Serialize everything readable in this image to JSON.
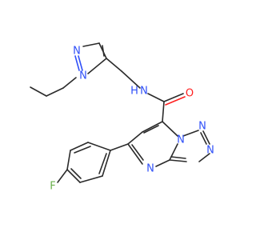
{
  "molecule": {
    "atoms": {
      "n_pz1": {
        "label": "N",
        "color": "#3050f8"
      },
      "n_pz2": {
        "label": "N",
        "color": "#3050f8"
      },
      "nh": {
        "label": "N",
        "color": "#3050f8"
      },
      "h": {
        "label": "H",
        "color": "#3050f8"
      },
      "o": {
        "label": "O",
        "color": "#ff2020"
      },
      "n_tz1": {
        "label": "N",
        "color": "#3050f8"
      },
      "n_tz2": {
        "label": "N",
        "color": "#3050f8"
      },
      "n_tz3": {
        "label": "N",
        "color": "#3050f8"
      },
      "n_pym": {
        "label": "N",
        "color": "#3050f8"
      },
      "f": {
        "label": "F",
        "color": "#6ab04c"
      }
    }
  }
}
